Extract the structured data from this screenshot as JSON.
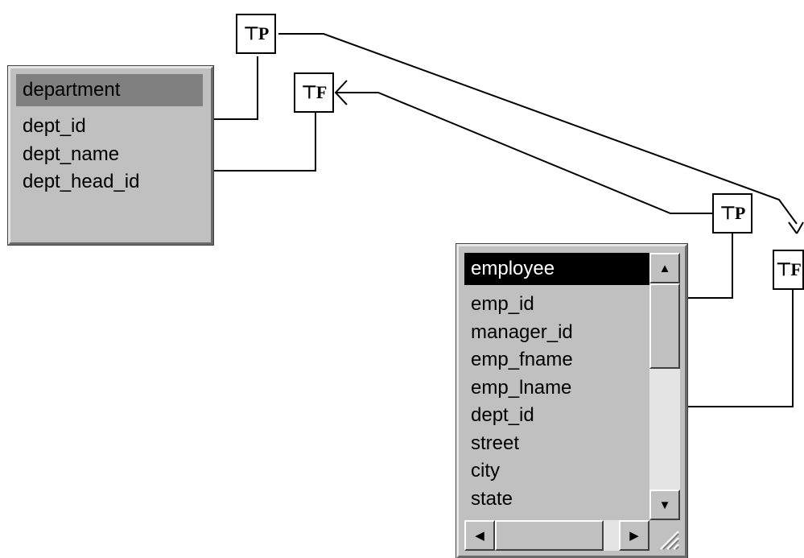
{
  "tables": {
    "department": {
      "title": "department",
      "columns": [
        "dept_id",
        "dept_name",
        "dept_head_id"
      ]
    },
    "employee": {
      "title": "employee",
      "columns": [
        "emp_id",
        "manager_id",
        "emp_fname",
        "emp_lname",
        "dept_id",
        "street",
        "city",
        "state"
      ]
    }
  },
  "key_icons": [
    {
      "label": "P",
      "kind": "primary key"
    },
    {
      "label": "F",
      "kind": "foreign key"
    },
    {
      "label": "P",
      "kind": "primary key"
    },
    {
      "label": "F",
      "kind": "foreign key"
    }
  ],
  "scrollbar_glyphs": {
    "up": "▲",
    "down": "▼",
    "left": "◀",
    "right": "▶"
  },
  "colors": {
    "active_title": "#000000",
    "inactive_title": "#808080",
    "table_bg": "#c0c0c0"
  }
}
